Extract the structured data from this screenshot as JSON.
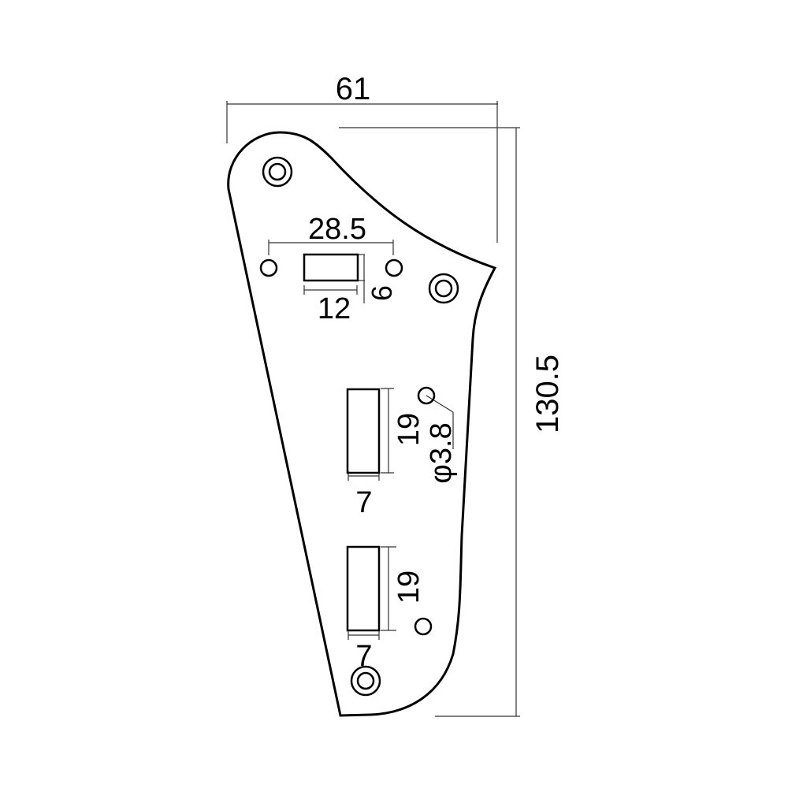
{
  "drawing": {
    "overall_width": "61",
    "overall_height": "130.5",
    "mount_hole_spacing": "28.5",
    "switch_slot_width": "12",
    "switch_slot_height": "6",
    "upper_slot_length": "19",
    "upper_slot_width": "7",
    "lower_slot_length": "19",
    "lower_slot_width": "7",
    "hole_diameter": "φ3.8"
  },
  "colors": {
    "line": "#000000",
    "dimension_line": "#333333",
    "background": "#ffffff"
  }
}
